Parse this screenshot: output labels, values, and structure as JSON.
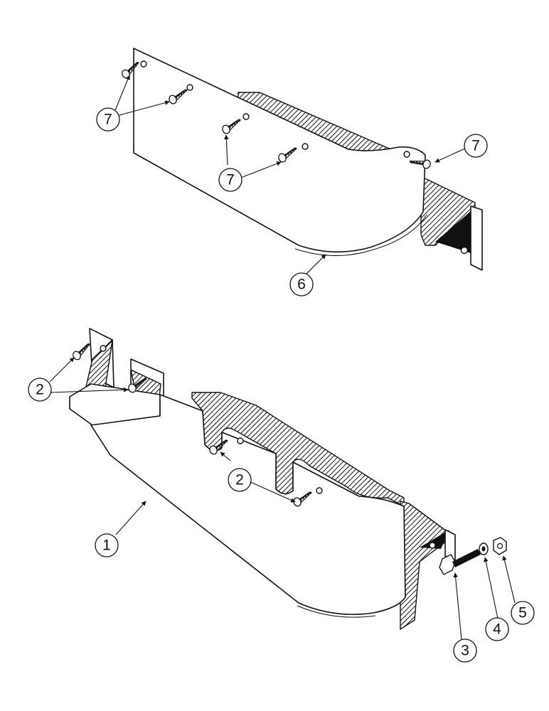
{
  "callouts": {
    "c1": "1",
    "c2": "2",
    "c3": "3",
    "c4": "4",
    "c5": "5",
    "c6": "6",
    "c7": "7"
  },
  "colors": {
    "ink": "#111111",
    "paper": "#ffffff"
  },
  "icons": {
    "screw": "wood-screw-icon",
    "bolt": "hex-bolt-icon",
    "washer": "washer-icon",
    "nut": "hex-nut-icon"
  }
}
